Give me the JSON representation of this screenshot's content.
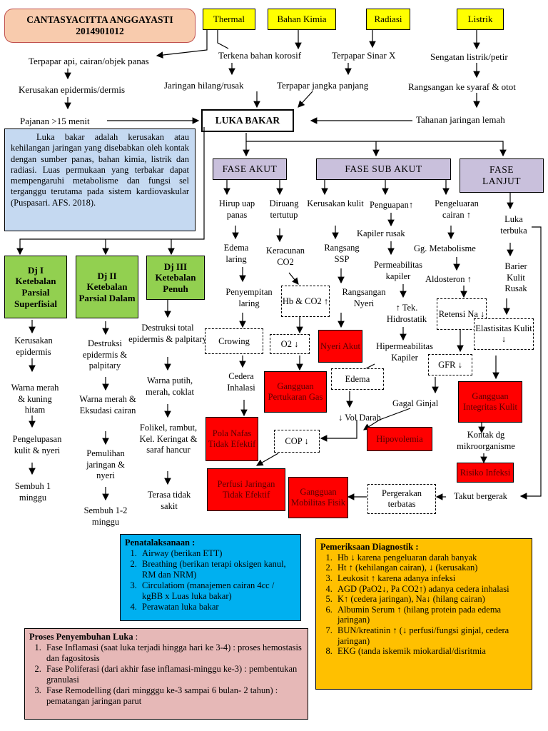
{
  "author": {
    "name": "CANTASYACITTA ANGGAYASTI",
    "id": "2014901012"
  },
  "causes": [
    "Thermal",
    "Bahan Kimia",
    "Radiasi",
    "Listrik"
  ],
  "flow": {
    "terpapar_api": "Terpapar api, cairan/objek panas",
    "kerusakan_epidermis": "Kerusakan epidermis/dermis",
    "pajanan": "Pajanan >15 menit",
    "terkena_bahan": "Terkena bahan korosif",
    "jaringan_hilang": "Jaringan hilang/rusak",
    "terpapar_sinar": "Terpapar Sinar X",
    "terpapar_jangka": "Terpapar jangka panjang",
    "sengatan": "Sengatan listrik/petir",
    "rangsangan_syaraf": "Rangsangan ke syaraf & otot",
    "tahanan": "Tahanan jaringan lemah",
    "center": "LUKA BAKAR"
  },
  "definition": "Luka bakar adalah kerusakan atau kehilangan jaringan yang disebabkan oleh kontak dengan sumber panas, bahan kimia, listrik dan radiasi. Luas permukaan yang terbakar dapat mempengaruhi metabolisme dan fungsi sel terganggu terutama pada sistem kardiovaskular (Puspasari. AFS. 2018).",
  "degrees": [
    {
      "title": "Dj I Ketebalan Parsial Superfisial",
      "items": [
        "Kerusakan epidermis",
        "Warna merah & kuning hitam",
        "Pengelupasan kulit & nyeri",
        "Sembuh 1 minggu"
      ]
    },
    {
      "title": "Dj II Ketebalan Parsial Dalam",
      "items": [
        "Destruksi epidermis & palpitary",
        "Warna merah & Eksudasi cairan",
        "Pemulihan jaringan & nyeri",
        "Sembuh 1-2 minggu"
      ]
    },
    {
      "title": "Dj III Ketebalan Penuh",
      "items": [
        "Destruksi total epidermis & palpitary",
        "Warna putih, merah, coklat",
        "Folikel, rambut, Kel. Keringat & saraf hancur",
        "Terasa tidak sakit"
      ]
    }
  ],
  "phases": [
    "FASE AKUT",
    "FASE SUB AKUT",
    "FASE LANJUT"
  ],
  "akut": {
    "hirup": "Hirup uap panas",
    "diruang": "Diruang tertutup",
    "edema_laring": "Edema laring",
    "keracunan": "Keracunan CO2",
    "penyempitan": "Penyempitan laring",
    "hb_co2": "Hb & CO2 ↑",
    "crowing": "Crowing",
    "o2": "O2 ↓",
    "cedera": "Cedera Inhalasi"
  },
  "subakut": {
    "kerusakan_kulit": "Kerusakan kulit",
    "penguapan": "Penguapan↑",
    "pengeluaran": "Pengeluaran cairan ↑",
    "kapiler_rusak": "Kapiler rusak",
    "rangsang_ssp": "Rangsang SSP",
    "gg_metabolisme": "Gg. Metabolisme",
    "permeabilitas": "Permeabilitas kapiler",
    "aldosteron": "Aldosteron ↑",
    "rangsangan_nyeri": "Rangsangan Nyeri",
    "tek_hidro": "↑ Tek. Hidrostatik",
    "retensi": "Retensi Na ↓",
    "hiperpermeabilitas": "Hipermeabilitas Kapiler",
    "edema": "Edema",
    "gfr": "GFR ↓",
    "gagal_ginjal": "Gagal Ginjal",
    "vol_darah": "↓ Vol Darah",
    "cop": "COP ↓",
    "kontak": "Kontak dg mikroorganisme",
    "takut": "Takut bergerak",
    "pergerakan": "Pergerakan terbatas"
  },
  "lanjut": {
    "luka_terbuka": "Luka terbuka",
    "barier": "Barier Kulit Rusak",
    "elastisitas": "Elastisitas Kulit ↓"
  },
  "diagnoses": {
    "nyeri": "Nyeri Akut",
    "gas": "Gangguan Pertukaran Gas",
    "pola": "Pola Nafas Tidak Efektif",
    "perfusi": "Perfusi Jaringan Tidak Efektif",
    "mobilitas": "Gangguan Mobilitas Fisik",
    "hipovolemia": "Hipovolemia",
    "integritas": "Gangguan Integritas Kulit",
    "infeksi": "Risiko Infeksi"
  },
  "penatalaksanaan": {
    "title": "Penatalaksanaan :",
    "items": [
      "Airway (berikan ETT)",
      "Breathing (berikan terapi oksigen kanul, RM dan NRM)",
      "Circulatiom (manajemen cairan 4cc / kgBB x Luas luka bakar)",
      "Perawatan luka bakar"
    ]
  },
  "diagnostik": {
    "title": "Pemeriksaan Diagnostik :",
    "items": [
      "Hb ↓ karena pengeluaran darah banyak",
      "Ht ↑ (kehilangan cairan), ↓ (kerusakan)",
      "Leukosit ↑ karena adanya infeksi",
      "AGD (PaO2↓, Pa CO2↑) adanya cedera inhalasi",
      "K↑ (cedera jaringan), Na↓ (hilang cairan)",
      "Albumin Serum ↑ (hilang protein pada edema jaringan)",
      "BUN/kreatinin ↑ (↓ perfusi/fungsi ginjal, cedera jaringan)",
      "EKG (tanda iskemik miokardial/disritmia"
    ]
  },
  "penyembuhan": {
    "title": "Proses Penyembuhan Luka",
    "colon": " :",
    "items": [
      "Fase Inflamasi (saat luka terjadi hingga hari ke 3-4) : proses hemostasis dan fagositosis",
      "Fase Poliferasi (dari akhir fase inflamasi-minggu ke-3) : pembentukan granulasi",
      "Fase Remodelling (dari mingggu ke-3 sampai 6 bulan- 2 tahun) : pematangan jaringan parut"
    ]
  },
  "colors": {
    "yellow": "#ffff00",
    "lavender": "#c9c0dc",
    "green": "#92d050",
    "red": "#ff0000",
    "blue_box": "#c5d9f1",
    "cyan_box": "#00b0f0",
    "orange_box": "#ffc000",
    "pink_box": "#e6b8b7",
    "title_box": "#f8cbad"
  }
}
